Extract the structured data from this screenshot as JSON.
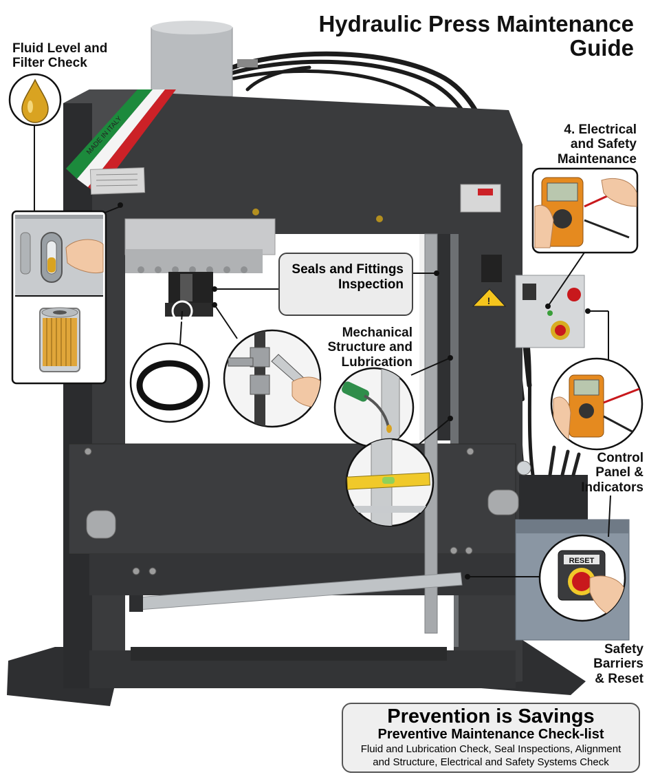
{
  "title": {
    "line1": "Hydraulic Press Maintenance",
    "line2": "Guide"
  },
  "labels": {
    "fluid": [
      "Fluid Level and",
      "Filter Check"
    ],
    "electrical": [
      "4. Electrical",
      "and Safety",
      "Maintenance"
    ],
    "seals": [
      "Seals and Fittings",
      "Inspection"
    ],
    "mechanical": [
      "Mechanical",
      "Structure and",
      "Lubrication"
    ],
    "control": [
      "Control",
      "Panel &",
      "Indicators"
    ],
    "safety": [
      "Safety",
      "Barriers",
      "& Reset"
    ]
  },
  "machine": {
    "plate_text": "MADE IN ITALY",
    "warning_symbol": "!",
    "reset_label": "RESET"
  },
  "icons": {
    "fluid": "oil-drop-icon",
    "filter": "oil-filter-icon",
    "sight_glass": "sight-glass-icon",
    "seal": "o-ring-icon",
    "fitting": "wrench-fitting-icon",
    "lubrication": "grease-gun-icon",
    "alignment": "spirit-level-icon",
    "multimeter": "multimeter-icon",
    "reset": "reset-button-icon"
  },
  "colors": {
    "frame": "#3a3b3d",
    "frame_dark": "#242526",
    "oil": "#d9a321",
    "reset_red": "#c8181c",
    "multimeter": "#e58a1f",
    "tank": "#8a96a3"
  },
  "footer": {
    "headline": "Prevention is Savings",
    "subhead": "Preventive Maintenance Check-list",
    "body_line1": "Fluid and Lubrication Check, Seal Inspections, Alignment",
    "body_line2": "and Structure, Electrical and Safety Systems Check"
  }
}
